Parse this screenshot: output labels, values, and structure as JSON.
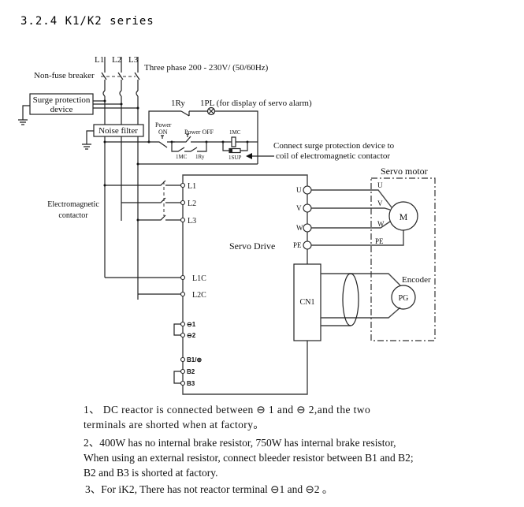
{
  "title": "3.2.4 K1/K2 series",
  "power_input": {
    "phases": [
      "L1",
      "L2",
      "L3"
    ],
    "supply_label": "Three phase 200 - 230V/ (50/60Hz)",
    "breaker_label": "Non-fuse breaker"
  },
  "surge_protection": {
    "line1": "Surge protection",
    "line2": "device"
  },
  "noise_filter": "Noise filter",
  "control_circuit": {
    "relay_1ry": "1Ry",
    "lamp_label": "1PL (for display of servo alarm)",
    "power_on_line1": "Power",
    "power_on_line2": "ON",
    "power_off": "Power OFF",
    "contact_1mc": "1MC",
    "contact_1ry": "1Ry",
    "coil_1mc": "1MC",
    "surge_1sup": "1SUP",
    "arrow_note_line1": "Connect surge protection device to",
    "arrow_note_line2": "coil of electromagnetic contactor"
  },
  "contactor": {
    "line1": "Electromagnetic",
    "line2": "contactor"
  },
  "drive": {
    "label": "Servo Drive",
    "main_terminals": [
      "L1",
      "L2",
      "L3"
    ],
    "control_terminals": [
      "L1C",
      "L2C"
    ],
    "reactor_terminals": [
      "⊖1",
      "⊖2"
    ],
    "brake_terminals": [
      "B1/⊕",
      "B2",
      "B3"
    ],
    "output_terminals": [
      "U",
      "V",
      "W",
      "PE"
    ],
    "connector": "CN1"
  },
  "motor": {
    "label": "Servo motor",
    "symbol": "M",
    "wires": [
      "U",
      "V",
      "W",
      "PE"
    ],
    "encoder_label": "Encoder",
    "encoder_symbol": "PG"
  },
  "notes": [
    "1、 DC reactor is connected between ⊖ 1 and ⊖ 2,and  the two terminals are shorted when at factory。",
    "2、400W has no internal  brake resistor, 750W has internal brake resistor, When using an external resistor, connect  bleeder resistor between B1 and B2;  B2 and B3 is shorted at factory.",
    "3、For iK2,  There has not reactor terminal  ⊖1 and ⊖2 。"
  ]
}
